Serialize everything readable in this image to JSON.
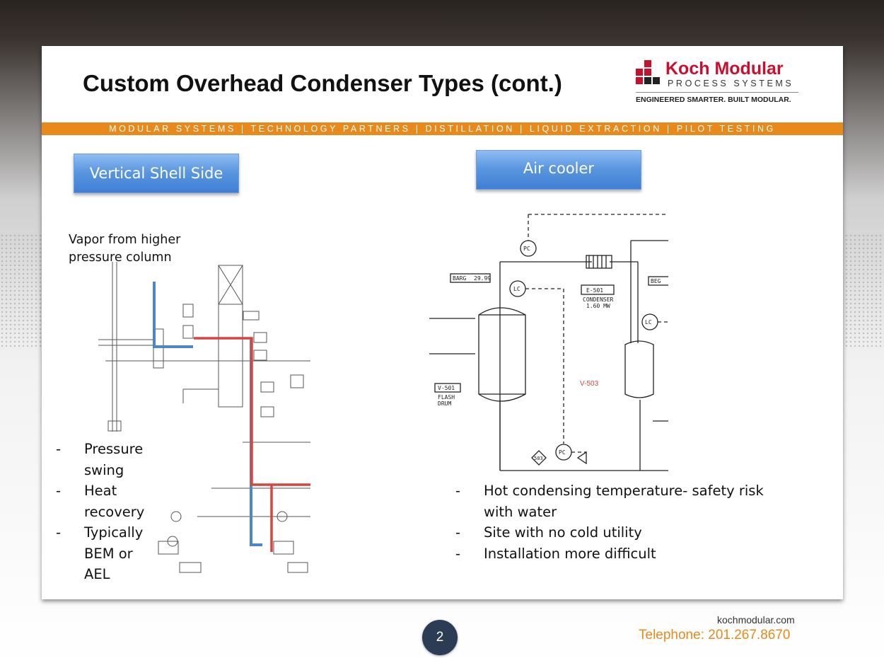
{
  "slide": {
    "title": "Custom Overhead Condenser Types (cont.)",
    "band": "MODULAR SYSTEMS | TECHNOLOGY PARTNERS | DISTILLATION | LIQUID EXTRACTION | PILOT TESTING"
  },
  "logo": {
    "name": "Koch Modular",
    "sub": "PROCESS SYSTEMS",
    "tagline": "ENGINEERED SMARTER. BUILT MODULAR.",
    "colors": {
      "red": "#c8102e",
      "dark": "#222222"
    }
  },
  "left": {
    "heading": "Vertical Shell Side",
    "note": "Vapor from higher pressure column",
    "bullets": [
      "Pressure swing",
      "Heat recovery",
      "Typically BEM or AEL"
    ]
  },
  "right": {
    "heading": "Air cooler",
    "bullets": [
      "Hot condensing temperature- safety risk with water",
      "Site with no cold utility",
      "Installation more difficult"
    ],
    "diagram_labels": {
      "pc_top": "PC",
      "lc1": "LC",
      "lc2": "LC",
      "pc_bottom": "PC",
      "barg": "BARG",
      "barg_value": "29.99",
      "e501": "E-501",
      "condenser": "CONDENSER",
      "duty": "1.60 MW",
      "beg": "BEG",
      "v501": "V-501",
      "flash": "FLASH",
      "drum": "DRUM",
      "v503": "V-503",
      "stream": "503"
    }
  },
  "footer": {
    "page": "2",
    "website": "kochmodular.com",
    "phone": "Telephone: 201.267.8670"
  },
  "colors": {
    "band": "#e8891c",
    "pill": "#5b97e0",
    "flow_red": "#d9443f",
    "flow_blue": "#4a86c8",
    "page_circle": "#2d3c55"
  }
}
